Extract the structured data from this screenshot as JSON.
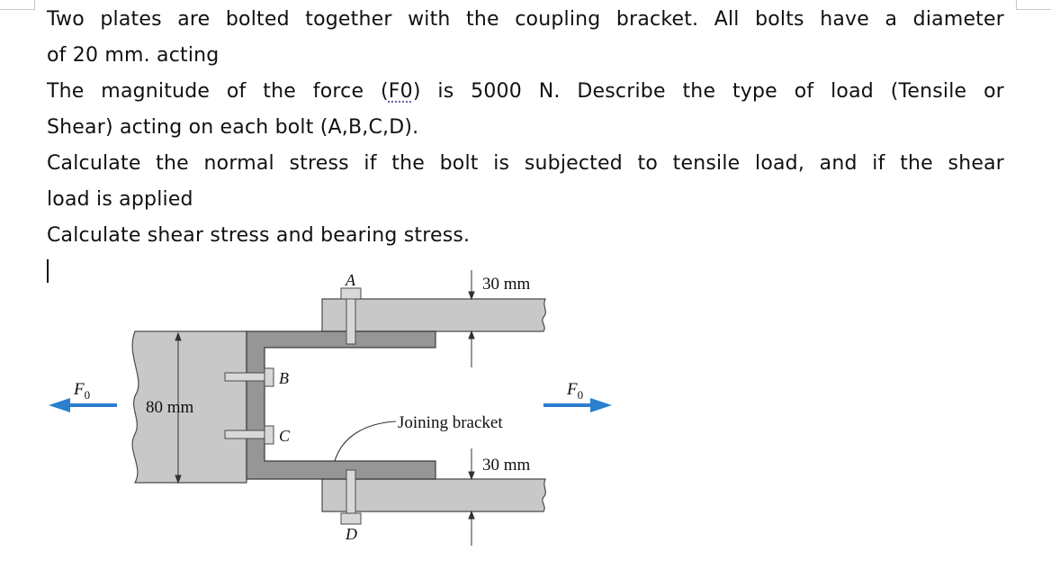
{
  "problem": {
    "line1": "Two plates are bolted together with the coupling bracket. All bolts have a diameter",
    "line2": "of 20 mm. acting",
    "line3": "The magnitude of the force (F0) is 5000 N. Describe the type of load (Tensile or",
    "line3_pre": "The magnitude of the force (",
    "line3_mark": "F0",
    "line3_post": ") is 5000 N. Describe the type of load (Tensile or",
    "line4": "Shear) acting on each bolt (A,B,C,D).",
    "line5": "Calculate the normal stress if the bolt is subjected to tensile load, and if the shear",
    "line6": "load is applied",
    "line7": "Calculate shear stress and bearing stress."
  },
  "figure": {
    "label_a": "A",
    "label_b": "B",
    "label_c": "C",
    "label_d": "D",
    "dim_top": "30 mm",
    "dim_bottom": "30 mm",
    "dim_height": "80 mm",
    "bracket_label": "Joining bracket",
    "force_symbol": "F",
    "force_subscript": "0",
    "colors": {
      "plate": "#c8c8c8",
      "plate_stroke": "#4a4a4a",
      "bracket": "#969696",
      "bolt": "#d8d8d8",
      "arrow": "#2a7fcf"
    }
  }
}
